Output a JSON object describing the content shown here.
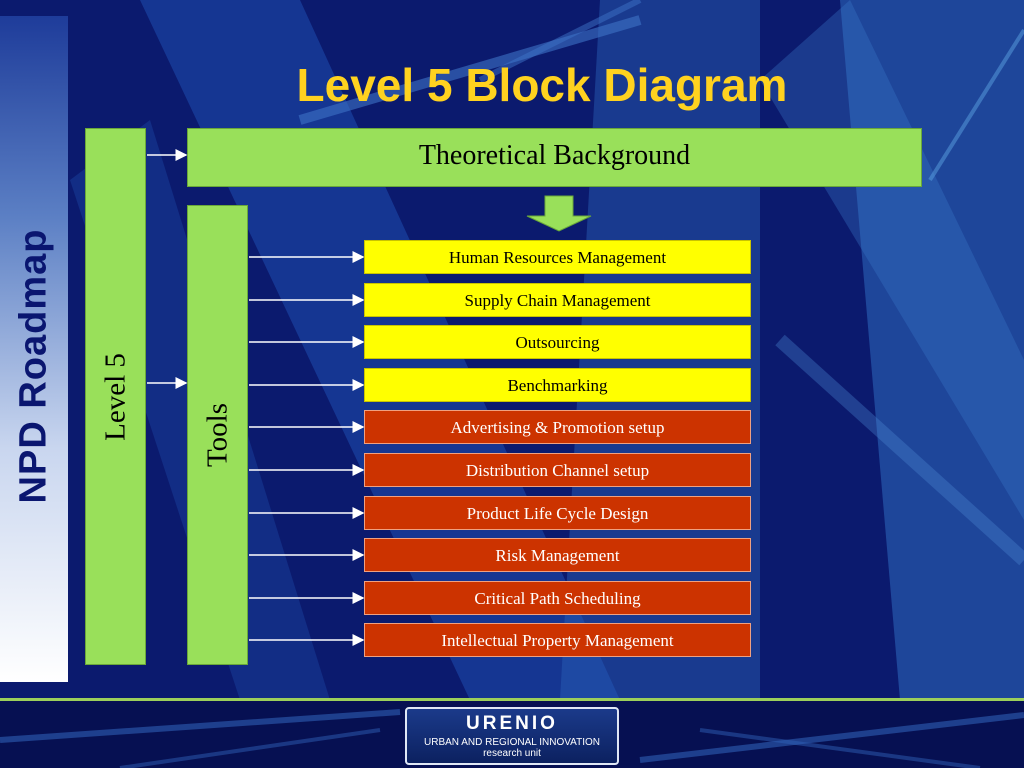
{
  "slide": {
    "title": "Level 5 Block Diagram",
    "sidebar_label": "NPD Roadmap",
    "level_label": "Level 5",
    "tools_label": "Tools",
    "theory_label": "Theoretical Background"
  },
  "tools": [
    {
      "label": "Human Resources Management",
      "color": "yellow"
    },
    {
      "label": "Supply Chain Management",
      "color": "yellow"
    },
    {
      "label": "Outsourcing",
      "color": "yellow"
    },
    {
      "label": "Benchmarking",
      "color": "yellow"
    },
    {
      "label": "Advertising & Promotion setup",
      "color": "red"
    },
    {
      "label": "Distribution Channel setup",
      "color": "red"
    },
    {
      "label": "Product Life Cycle Design",
      "color": "red"
    },
    {
      "label": "Risk Management",
      "color": "red"
    },
    {
      "label": "Critical Path Scheduling",
      "color": "red"
    },
    {
      "label": "Intellectual Property Management",
      "color": "red"
    }
  ],
  "logo": {
    "name": "URENIO",
    "line1": "URBAN AND REGIONAL INNOVATION",
    "line2": "research unit"
  },
  "colors": {
    "background": "#0b1a6e",
    "title": "#ffd21f",
    "green_block": "#99e05a",
    "yellow_block": "#ffff00",
    "red_block": "#cc3300"
  }
}
